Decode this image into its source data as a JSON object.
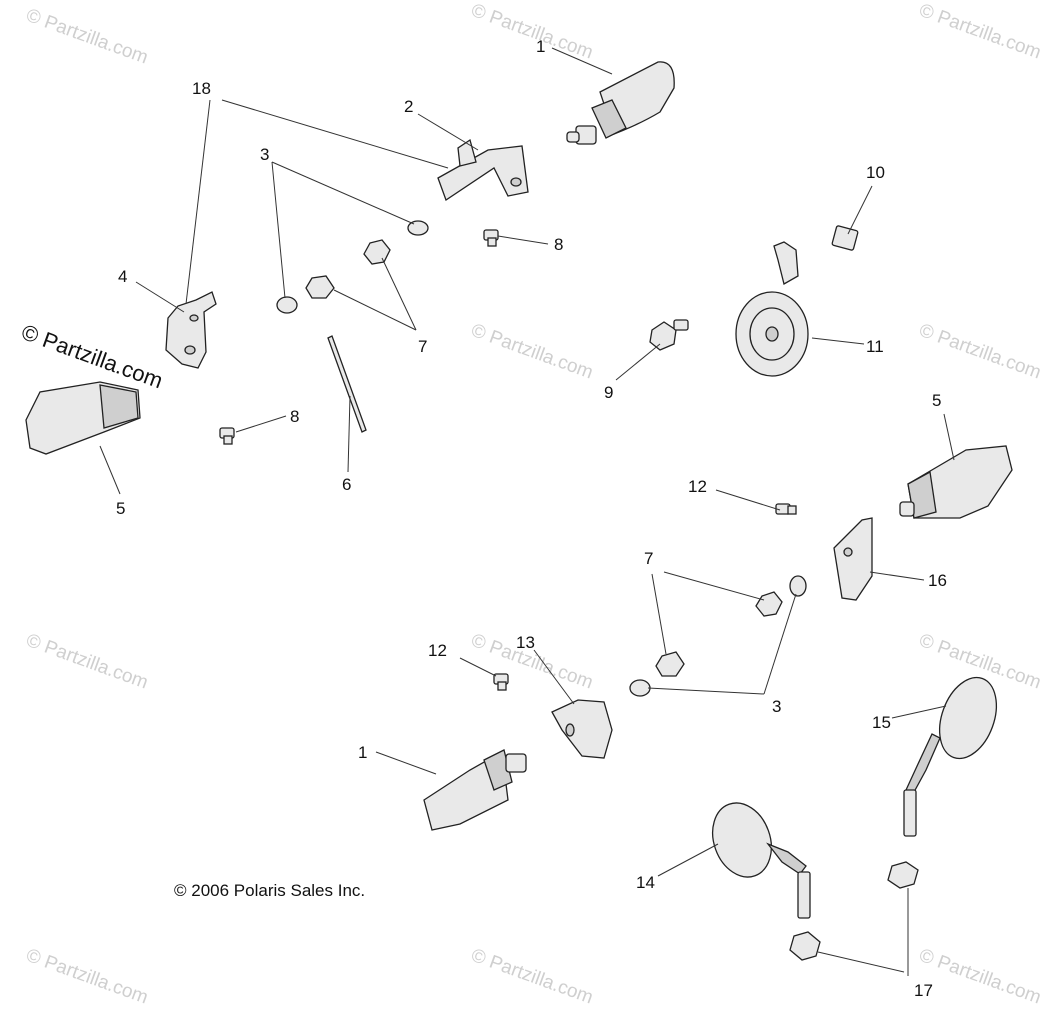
{
  "copyright": "© 2006 Polaris Sales Inc.",
  "brand_watermark": "© Partzilla.com",
  "watermark_text": "© Partzilla.com",
  "callouts": {
    "c1a": "1",
    "c1b": "1",
    "c2": "2",
    "c3a": "3",
    "c3b": "3",
    "c4": "4",
    "c5a": "5",
    "c5b": "5",
    "c6": "6",
    "c7a": "7",
    "c7b": "7",
    "c8a": "8",
    "c8b": "8",
    "c9": "9",
    "c10": "10",
    "c11": "11",
    "c12a": "12",
    "c12b": "12",
    "c13": "13",
    "c14": "14",
    "c15": "15",
    "c16": "16",
    "c17": "17",
    "c18": "18"
  }
}
